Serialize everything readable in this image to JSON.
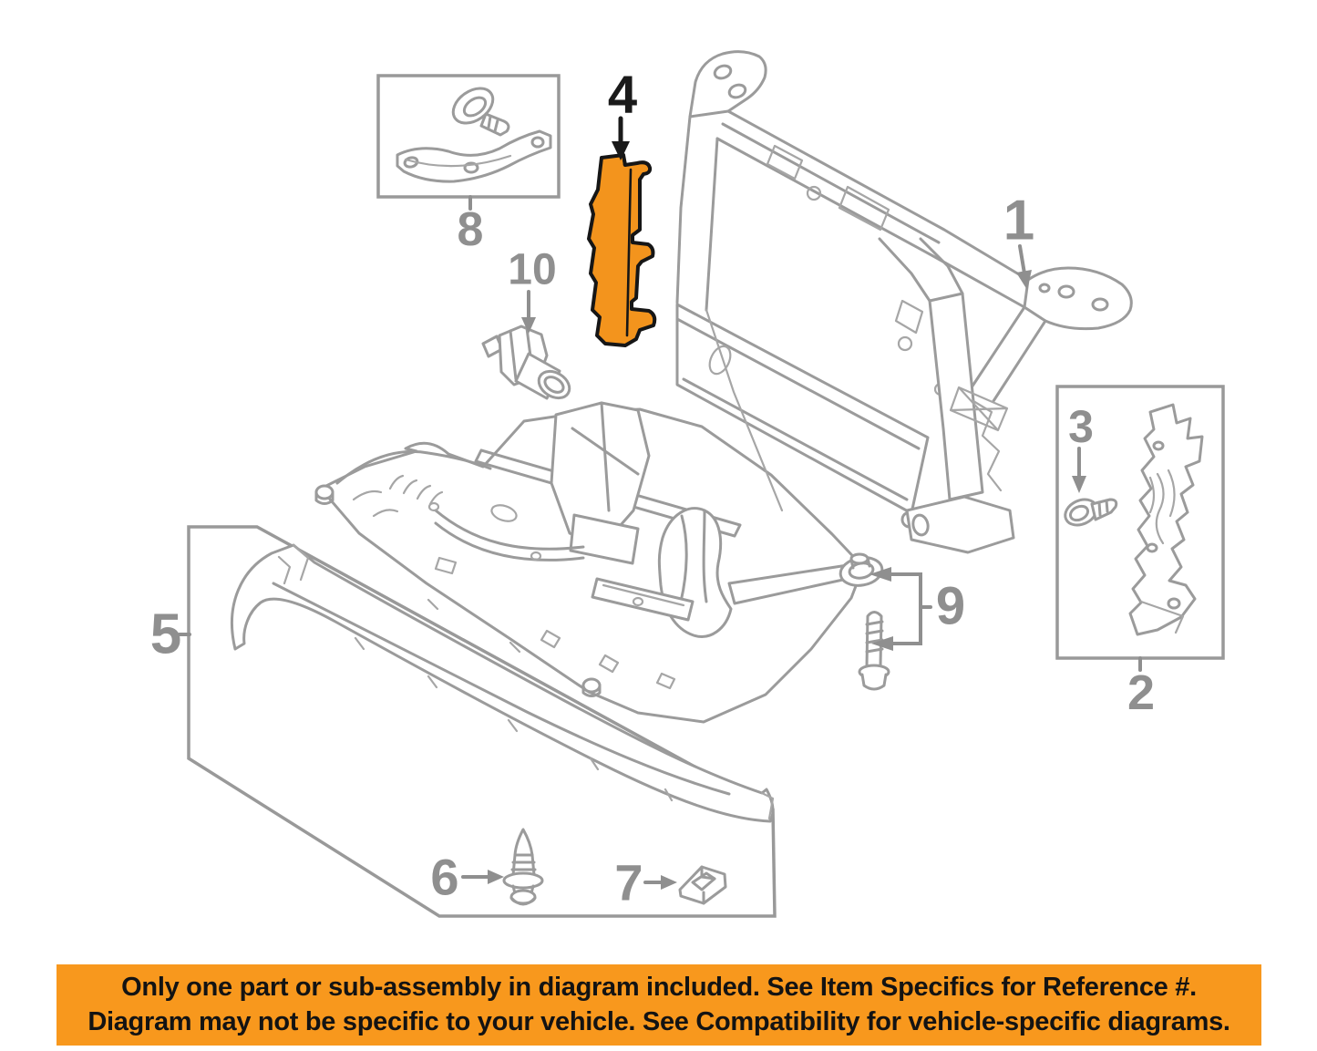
{
  "diagram": {
    "kind": "auto-parts-exploded-diagram",
    "line_color": "#9b9b9b",
    "label_color": "#8f8f8f",
    "highlight": {
      "part": "4",
      "fill": "#F3941D",
      "outline": "#161616"
    },
    "labels": {
      "p1": "1",
      "p2": "2",
      "p3": "3",
      "p4": "4",
      "p5": "5",
      "p6": "6",
      "p7": "7",
      "p8": "8",
      "p9": "9",
      "p10": "10"
    }
  },
  "banner": {
    "bg_color": "#F8981D",
    "text_color": "#131313",
    "line1": "Only one part or sub-assembly in diagram included. See Item Specifics for Reference #.",
    "line2": "Diagram may not be specific to your vehicle. See Compatibility for vehicle-specific diagrams."
  }
}
